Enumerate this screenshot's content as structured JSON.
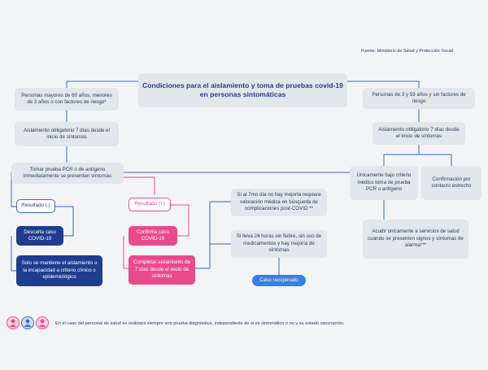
{
  "source": "Fuente: Ministerio de Salud y Protección Social",
  "title": "Condiciones para el aislamiento y toma de pruebas covid-19 en personas sintomáticas",
  "left": {
    "group": "Personas mayores de 60 años, menores de 3 años o con factores de riesgo*",
    "isolation": "Aislamiento obligatorio 7 días desde el inicio de síntomas",
    "test": "Tomar prueba PCR o de antígeno inmediatamente se presenten síntomas",
    "negative_result": "Resultado (-)",
    "discard": "Descarta caso COVID-19",
    "keep_isolation": "Solo se mantiene el aislamiento o la incapacidad a criterio clínico o epidemiológico",
    "positive_result": "Resultado (+)",
    "confirm": "Confirma caso COVID-19",
    "complete_isolation": "Completar aislamiento de 7 días desde el inicio de síntomas",
    "no_improvement": "Si al 7mo día no hay mejoría requiere valoración médica en búsqueda de complicaciones post-COVID **",
    "no_fever": "Si lleva 24 horas sin fiebre, sin uso de medicamentos y hay mejoría de síntomas",
    "recovered": "Caso recuperado"
  },
  "right": {
    "group": "Personas de 3 y 59 años y sin factores de riesgo",
    "isolation": "Aislamiento obligatorio 7 días desde el inicio de síntomas",
    "medical_test": "Únicamente bajo criterio médico toma de prueba PCR o antígeno",
    "close_contact": "Confirmación por contacto estrecho",
    "health_services": "Acudir únicamente a servicios de salud cuando se presenten signos y síntomas de alarma***"
  },
  "footnote": "En el caso del personal de salud se realizará siempre una prueba diagnóstica, independiente de si es sintomático o no y su estado vacunación.",
  "colors": {
    "dark_blue": "#1f3d8f",
    "pink": "#e94b8a",
    "light_blue": "#3b7de0",
    "grey_box": "#e3e6ea"
  },
  "icons": [
    "person-pink-icon",
    "person-blue-icon",
    "person-pink-icon"
  ]
}
